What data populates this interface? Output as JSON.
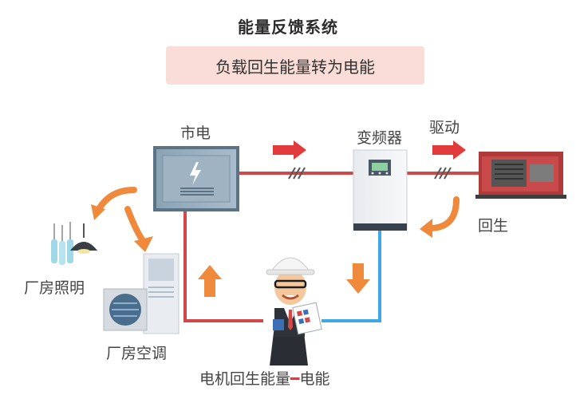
{
  "title": "能量反馈系统",
  "subtitle": "负载回生能量转为电能",
  "labels": {
    "grid": "市电",
    "inverter": "变频器",
    "drive": "驱动",
    "regen": "回生",
    "lighting": "厂房照明",
    "ac": "厂房空调",
    "bottom_caption": "电机回生能量",
    "bottom_dash": "━",
    "bottom_tail": "电能"
  },
  "colors": {
    "red_line": "#d24848",
    "blue_line": "#3ea7e8",
    "orange_arrow": "#ef8a3c",
    "red_arrow": "#e13b3b"
  }
}
